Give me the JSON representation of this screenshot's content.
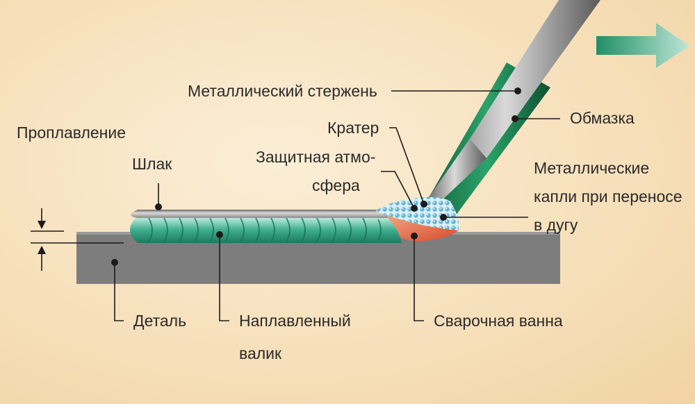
{
  "labels": {
    "metal_rod": "Металлический стержень",
    "coating": "Обмазка",
    "crater": "Кратер",
    "protective_atm_line1": "Защитная атмо-",
    "protective_atm_line2": "сфера",
    "metal_drops_line1": "Металлические",
    "metal_drops_line2": "капли при переносе",
    "metal_drops_line3": "в дугу",
    "penetration": "Проплавление",
    "slag": "Шлак",
    "workpiece": "Деталь",
    "bead_line1": "Наплавленный",
    "bead_line2": "валик",
    "weld_pool": "Сварочная ванна"
  },
  "colors": {
    "workpiece": "#7d7d7d",
    "bead": "#3fae8f",
    "slag": "#9a9a9a",
    "coating": "#1f8a56",
    "rod": "#8c8c8c",
    "weld_pool": "#e8643e",
    "shield_gas": "#9fd3e6",
    "arrow": "#1f8f67"
  }
}
